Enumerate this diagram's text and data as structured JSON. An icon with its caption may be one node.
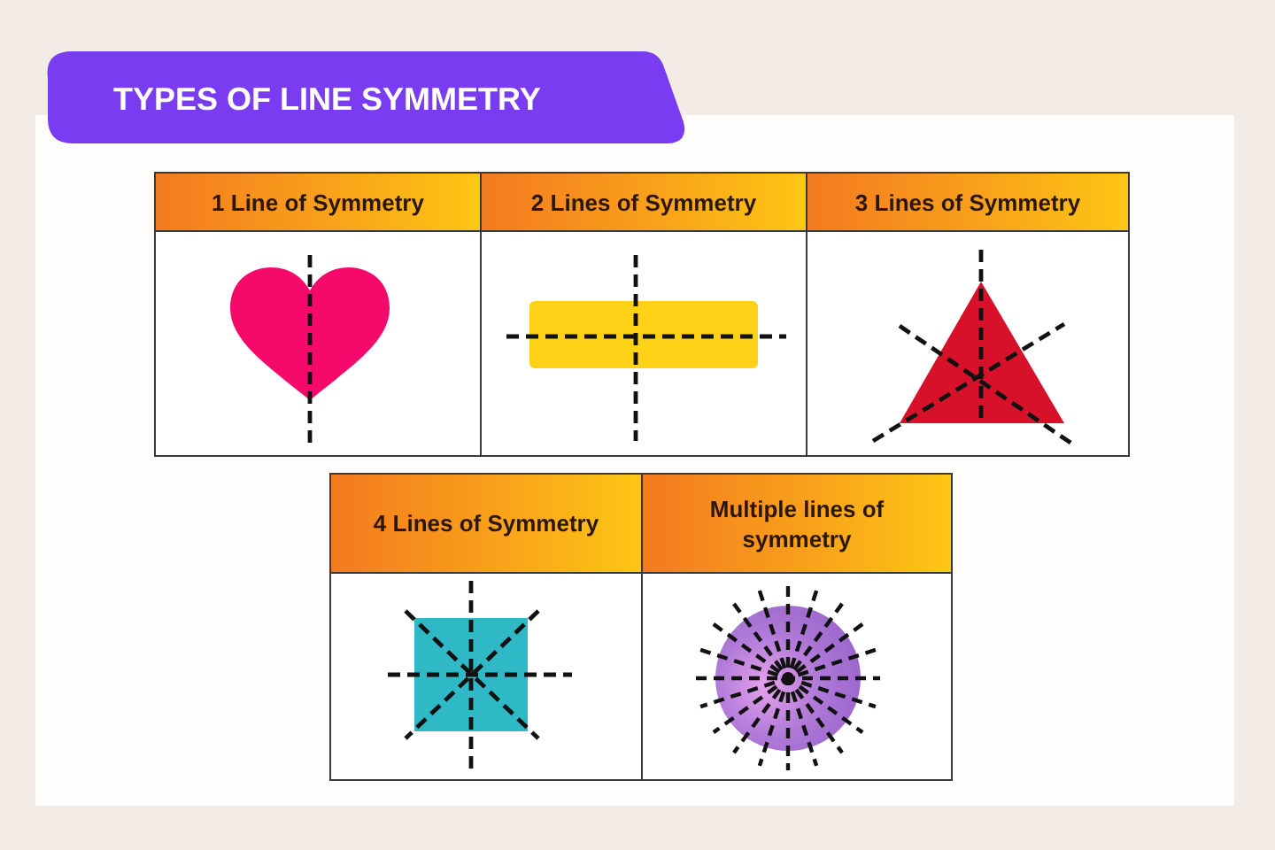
{
  "diagram": {
    "title": "TYPES OF LINE SYMMETRY",
    "nodes": [
      {
        "text": [
          "1 Line of Symmetry"
        ]
      },
      {
        "text": [
          "2 Lines of Symmetry"
        ]
      },
      {
        "text": [
          "3 Lines of Symmetry"
        ]
      },
      {
        "text": [
          "4 Lines of Symmetry"
        ]
      },
      {
        "text": [
          "Multiple lines of symmetry"
        ]
      }
    ]
  }
}
